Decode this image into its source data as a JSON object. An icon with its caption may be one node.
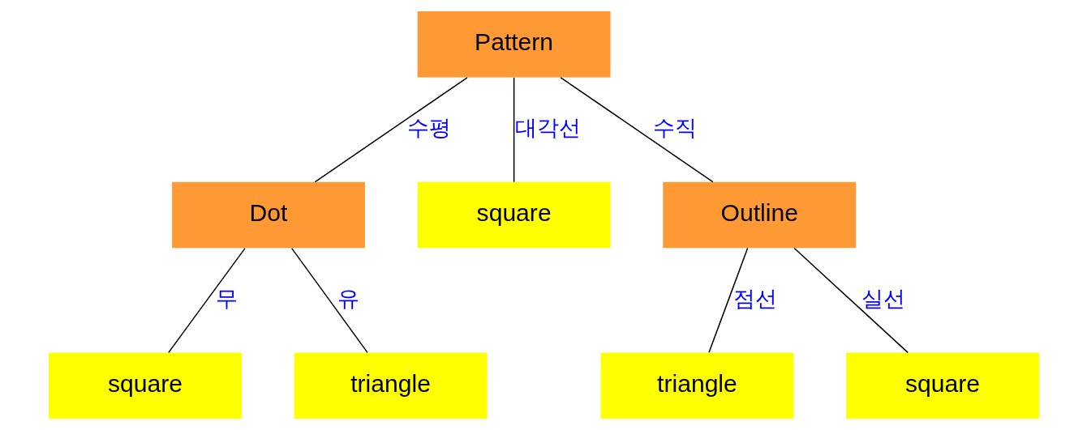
{
  "diagram": {
    "nodes": [
      {
        "text": [
          "Pattern"
        ]
      },
      {
        "text": [
          "Dot"
        ]
      },
      {
        "text": [
          "square"
        ]
      },
      {
        "text": [
          "Outline"
        ]
      },
      {
        "text": [
          "square"
        ]
      },
      {
        "text": [
          "triangle"
        ]
      },
      {
        "text": [
          "triangle"
        ]
      },
      {
        "text": [
          "square"
        ]
      }
    ],
    "edges": [
      {
        "from": 0,
        "to": 1,
        "arrow": "none",
        "label": "수평"
      },
      {
        "from": 0,
        "to": 2,
        "arrow": "none",
        "label": "대각선"
      },
      {
        "from": 0,
        "to": 3,
        "arrow": "none",
        "label": "수직"
      },
      {
        "from": 1,
        "to": 4,
        "arrow": "none",
        "label": "무"
      },
      {
        "from": 1,
        "to": 5,
        "arrow": "none",
        "label": "유"
      },
      {
        "from": 3,
        "to": 6,
        "arrow": "none",
        "label": "점선"
      },
      {
        "from": 3,
        "to": 7,
        "arrow": "none",
        "label": "실선"
      }
    ]
  }
}
